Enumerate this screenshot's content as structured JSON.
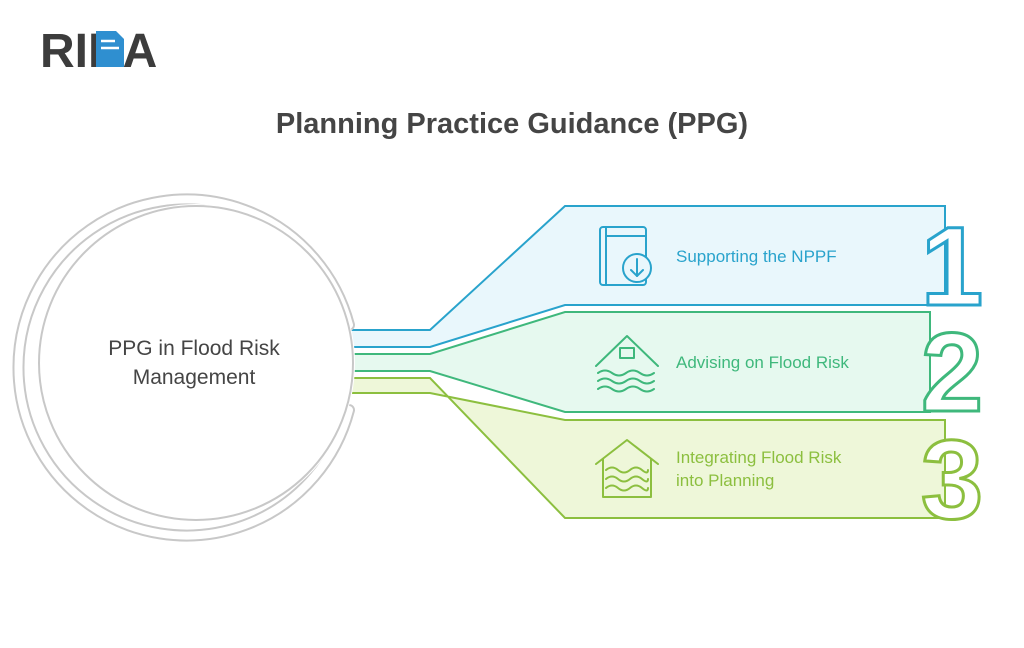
{
  "logo": {
    "text": "RIDA"
  },
  "title": "Planning Practice Guidance (PPG)",
  "center": {
    "line1": "PPG in Flood Risk",
    "line2": "Management"
  },
  "items": [
    {
      "number": "1",
      "label_lines": [
        "Supporting the NPPF"
      ],
      "icon": "book-download-icon",
      "color": "#29a3cc",
      "fill": "#e9f7fc"
    },
    {
      "number": "2",
      "label_lines": [
        "Advising on Flood Risk"
      ],
      "icon": "house-flood-icon",
      "color": "#3fb87c",
      "fill": "#e6f9ef"
    },
    {
      "number": "3",
      "label_lines": [
        "Integrating Flood Risk",
        "into Planning"
      ],
      "icon": "house-water-icon",
      "color": "#8cbf3f",
      "fill": "#eef7d9"
    }
  ],
  "colors": {
    "text": "#454545",
    "logo": "#3c3c3c",
    "logo_accent": "#2f8fd0",
    "ring": "#c8c8c8"
  }
}
